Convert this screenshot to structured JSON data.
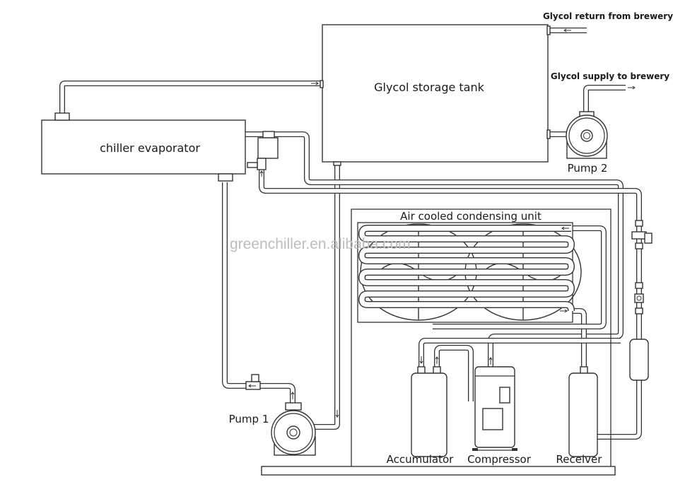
{
  "diagram": {
    "title": "Glycol chiller system schematic",
    "components": {
      "storage_tank": "Glycol storage tank",
      "evaporator": "chiller evaporator",
      "pump1": "Pump 1",
      "pump2": "Pump 2",
      "condensing_unit": "Air cooled condensing unit",
      "accumulator": "Accumulator",
      "compressor": "Compressor",
      "receiver": "Receiver"
    },
    "annotations": {
      "return_label": "Glycol return from brewery",
      "supply_label": "Glycol supply to brewery"
    },
    "watermark": "greenchiller.en.alibaba.com",
    "colors": {
      "line": "#333333",
      "background": "#ffffff",
      "watermark": "#bdbdbd"
    }
  }
}
